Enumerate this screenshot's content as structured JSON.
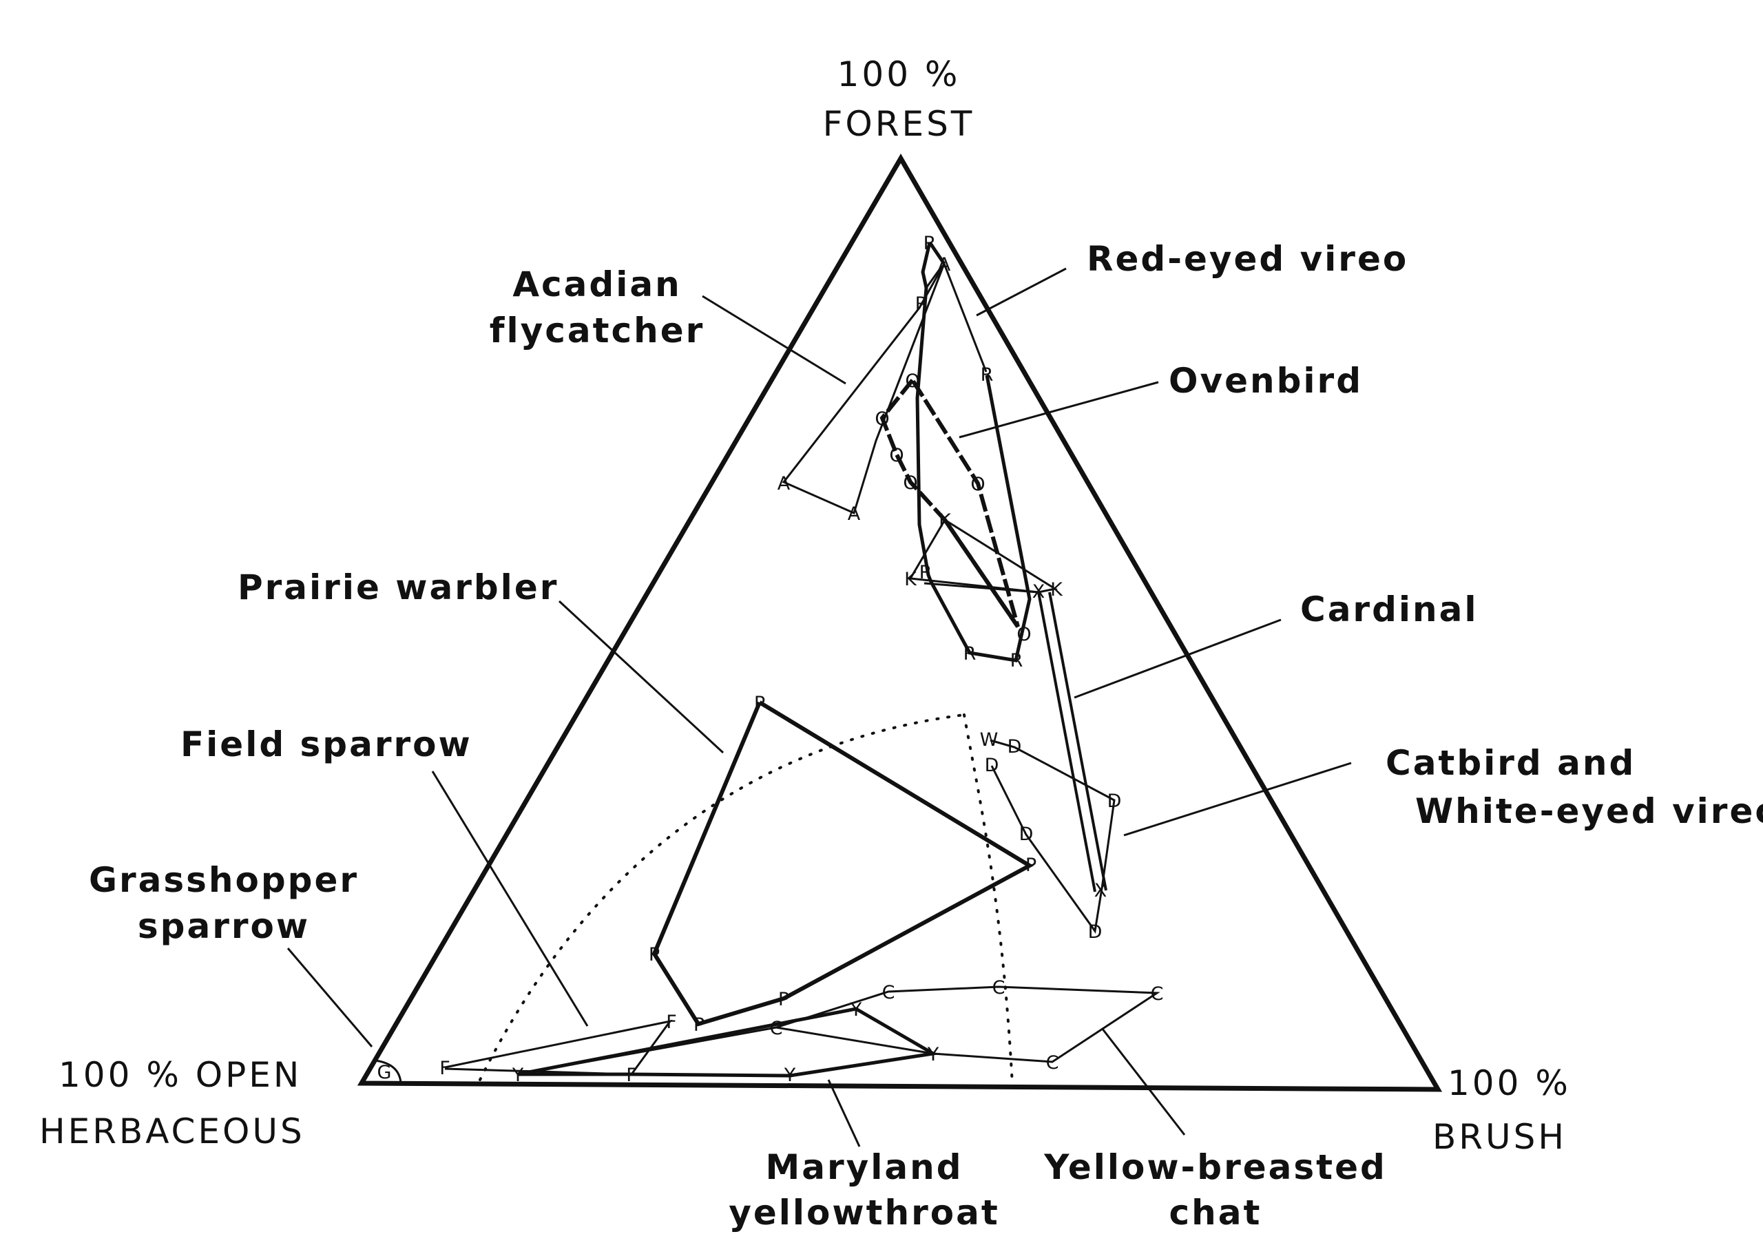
{
  "vertices": {
    "top_line1": "100 %",
    "top_line2": "FOREST",
    "left_line1": "100 % OPEN",
    "left_line2": "HERBACEOUS",
    "right_line1": "100 %",
    "right_line2": "BRUSH"
  },
  "species_labels": {
    "acadian_1": "Acadian",
    "acadian_2": "flycatcher",
    "red_eyed_vireo": "Red-eyed vireo",
    "ovenbird": "Ovenbird",
    "cardinal": "Cardinal",
    "catbird_1": "Catbird and",
    "catbird_2": "White-eyed vireo",
    "prairie_warbler": "Prairie warbler",
    "field_sparrow": "Field sparrow",
    "grasshopper_1": "Grasshopper",
    "grasshopper_2": "sparrow",
    "maryland_1": "Maryland",
    "maryland_2": "yellowthroat",
    "chat_1": "Yellow-breasted",
    "chat_2": "chat"
  },
  "species_codes": {
    "acadian_flycatcher": "A",
    "red_eyed_vireo": "R",
    "ovenbird": "O",
    "cardinal": "K",
    "catbird": "D",
    "white_eyed_vireo": "W",
    "cardinal_catbird_shared": "X",
    "prairie_warbler": "P",
    "field_sparrow": "F",
    "grasshopper_sparrow": "G",
    "maryland_yellowthroat": "Y",
    "yellow_breasted_chat": "C"
  },
  "colors": {
    "ink": "#111111",
    "background": "#ffffff"
  }
}
